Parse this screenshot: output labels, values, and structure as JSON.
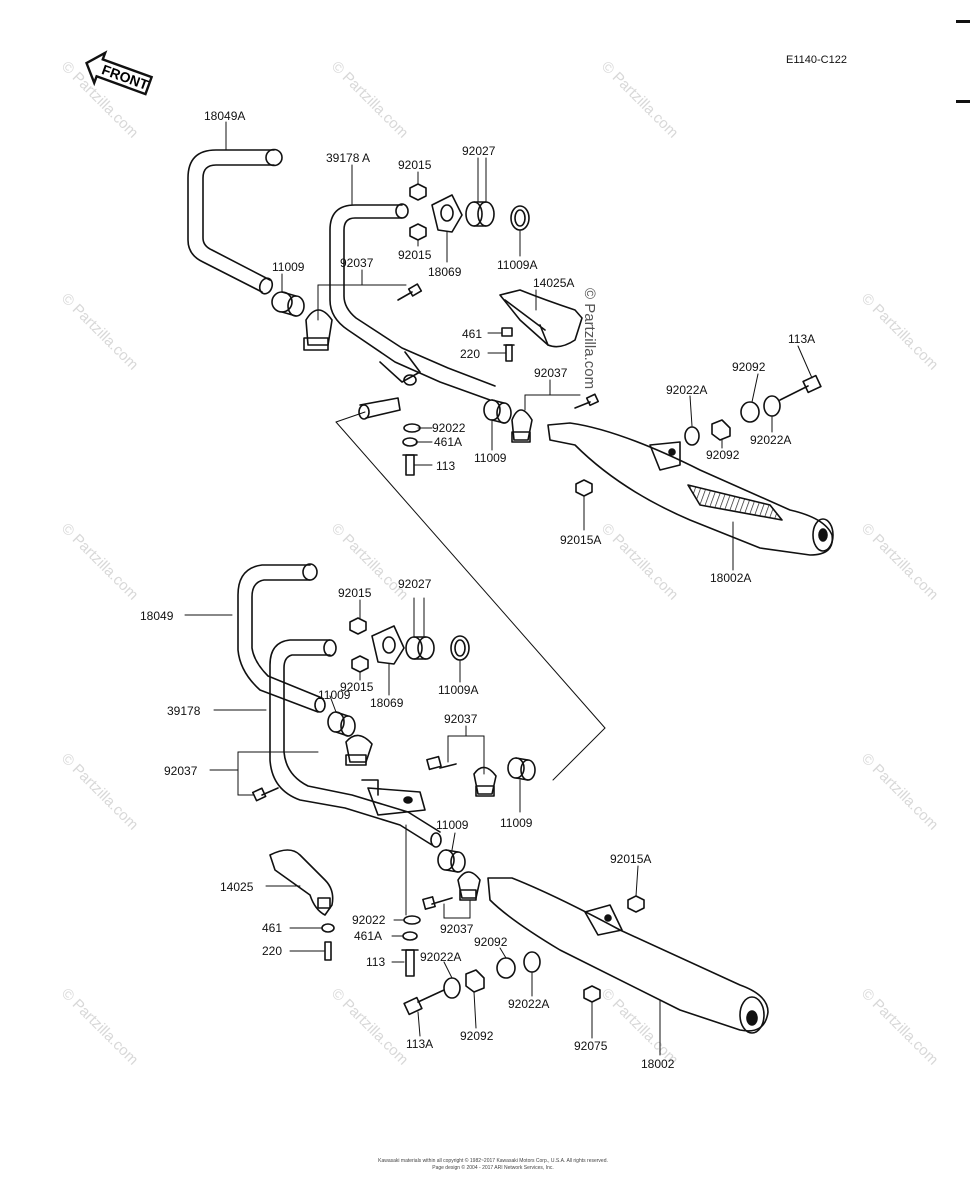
{
  "header": {
    "diagram_code": "E1140-C122",
    "front_label": "FRONT"
  },
  "watermarks": {
    "diagonal": "© Partzilla.com",
    "vertical": "© Partzilla.com"
  },
  "footer": {
    "line1": "Kawasaki materials within all copyright © 1982~2017 Kawasaki Motors Corp., U.S.A. All rights reserved.",
    "line2": "Page design © 2004 - 2017 ARI Network Services, Inc."
  },
  "parts": {
    "p18049A": "18049A",
    "p39178A": "39178 A",
    "p92015_t1": "92015",
    "p92027_t": "92027",
    "p92015_t2": "92015",
    "p18069_t": "18069",
    "p11009A_t": "11009A",
    "p11009_t1": "11009",
    "p92037_t1": "92037",
    "p14025A": "14025A",
    "p461_t": "461",
    "p220_t": "220",
    "p92037_t2": "92037",
    "p113A_t": "113A",
    "p92092_t1": "92092",
    "p92022A_t1": "92022A",
    "p92022_t": "92022",
    "p461A_t": "461A",
    "p11009_t2": "11009",
    "p113_t": "113",
    "p92022A_t2": "92022A",
    "p92092_t2": "92092",
    "p92015A_t": "92015A",
    "p18002A": "18002A",
    "p92015_b1": "92015",
    "p92027_b": "92027",
    "p18049": "18049",
    "p92015_b2": "92015",
    "p18069_b": "18069",
    "p11009A_b": "11009A",
    "p11009_b1": "11009",
    "p39178": "39178",
    "p92037_b1": "92037",
    "p92037_b2": "92037",
    "p11009_b2": "11009",
    "p11009_b3": "11009",
    "p92015A_b": "92015A",
    "p14025": "14025",
    "p461_b": "461",
    "p220_b": "220",
    "p92022_b": "92022",
    "p461A_b": "461A",
    "p92037_b3": "92037",
    "p92092_b1": "92092",
    "p113_b": "113",
    "p92022A_b1": "92022A",
    "p92022A_b2": "92022A",
    "p113A_b": "113A",
    "p92092_b2": "92092",
    "p92075": "92075",
    "p18002": "18002"
  }
}
